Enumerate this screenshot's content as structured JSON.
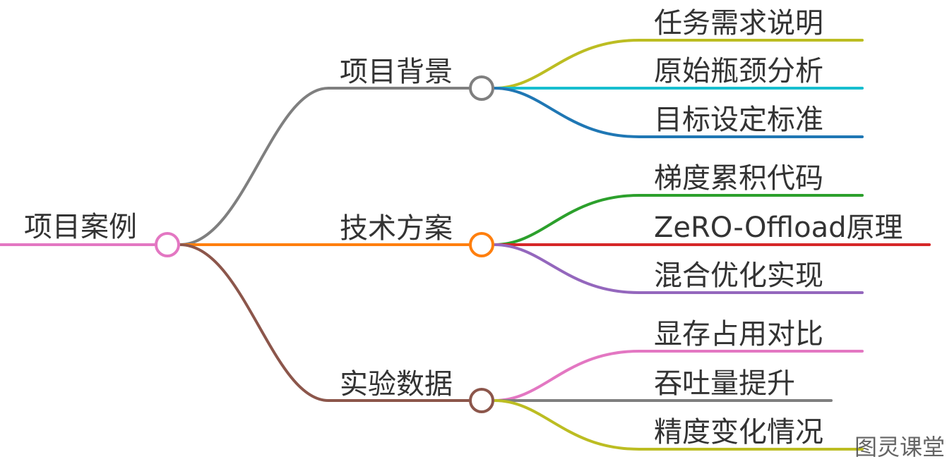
{
  "root": {
    "label": "项目案例",
    "color": "#e377c2"
  },
  "branches": [
    {
      "label": "项目背景",
      "color": "#7f7f7f",
      "children": [
        {
          "label": "任务需求说明",
          "color": "#bcbd22"
        },
        {
          "label": "原始瓶颈分析",
          "color": "#17becf"
        },
        {
          "label": "目标设定标准",
          "color": "#1f77b4"
        }
      ]
    },
    {
      "label": "技术方案",
      "color": "#ff7f0e",
      "children": [
        {
          "label": "梯度累积代码",
          "color": "#2ca02c"
        },
        {
          "label": "ZeRO-Offload原理",
          "color": "#d62728"
        },
        {
          "label": "混合优化实现",
          "color": "#9467bd"
        }
      ]
    },
    {
      "label": "实验数据",
      "color": "#8c564b",
      "children": [
        {
          "label": "显存占用对比",
          "color": "#e377c2"
        },
        {
          "label": "吞吐量提升",
          "color": "#7f7f7f"
        },
        {
          "label": "精度变化情况",
          "color": "#bcbd22"
        }
      ]
    }
  ],
  "watermark": "图灵课堂"
}
